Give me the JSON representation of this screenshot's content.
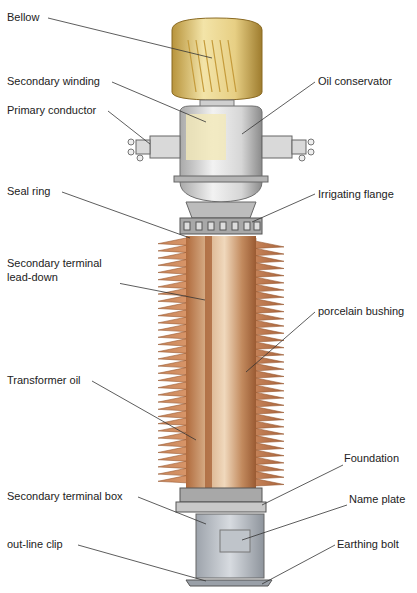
{
  "diagram": {
    "labels": [
      "Bellow",
      "Secondary winding",
      "Primary conductor",
      "Oil conservator",
      "Seal ring",
      "Irrigating flange",
      "Secondary terminal lead-down",
      "porcelain bushing",
      "Transformer oil",
      "Foundation",
      "Secondary terminal box",
      "Name plate",
      "out-line clip",
      "Earthing bolt"
    ]
  }
}
